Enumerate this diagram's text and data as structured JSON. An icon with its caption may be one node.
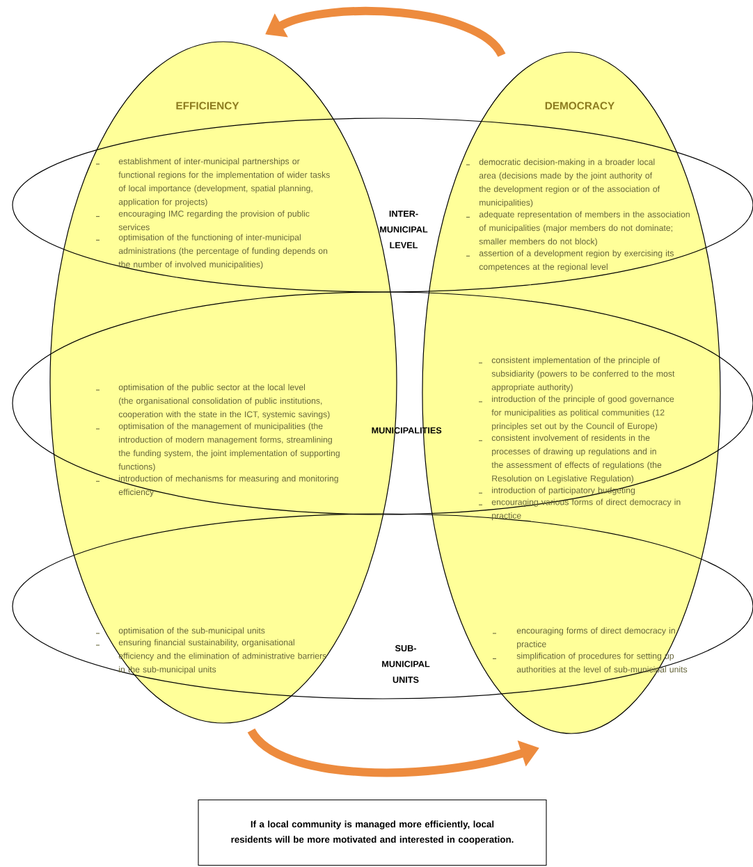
{
  "diagram": {
    "nodes": [
      {
        "text": [
          "EFFICIENCY"
        ]
      },
      {
        "text": [
          "DEMOCRACY"
        ]
      },
      {
        "text": [
          "INTER-MUNICIPAL LEVEL"
        ]
      },
      {
        "text": [
          "MUNICIPALITIES"
        ]
      },
      {
        "text": [
          "SUB-MUNICIPAL UNITS"
        ]
      },
      {
        "text": [
          "If a local community is managed more efficiently, local residents will be more motivated and interested in cooperation."
        ]
      }
    ],
    "edges": [
      {
        "from": 1,
        "to": 0,
        "arrow": "to",
        "color": "#ed8b3e"
      },
      {
        "from": 0,
        "to": 1,
        "arrow": "to",
        "color": "#ed8b3e"
      }
    ],
    "labels": [
      "establishment of inter-municipal partnerships or functional regions for the implementation of wider tasks of local importance (development, spatial planning, application for projects)",
      "encouraging IMC regarding the provision of public services",
      "optimisation of the functioning of inter-municipal administrations (the percentage of funding depends on the number of involved municipalities)",
      "democratic decision-making in a broader local area (decisions made by the joint authority of the development region or of the association of municipalities)",
      "adequate representation of members in the association of municipalities (major members do not dominate; smaller members do not block)",
      "assertion of a development region by exercising its competences at the regional level",
      "optimisation of the public sector at the local level (the organisational consolidation of public institutions, cooperation with the state in the ICT, systemic savings)",
      "optimisation of the management of municipalities (the introduction of modern management forms, streamlining the funding system, the joint implementation of supporting functions)",
      "introduction of mechanisms for measuring and monitoring efficiency",
      "consistent implementation of the principle of subsidiarity (powers to be conferred to the most appropriate authority)",
      "introduction of the principle of good governance for municipalities as political communities (12 principles set out by the Council of Europe)",
      "consistent involvement of residents in the processes of drawing up regulations and in the assessment of effects of regulations (the Resolution on Legislative Regulation)",
      "introduction of participatory budgeting",
      "encouraging various forms of direct democracy in practice",
      "optimisation of the sub-municipal units",
      "ensuring financial sustainability, organisational efficiency and the elimination of administrative barriers in the sub-municipal units",
      "encouraging forms of direct democracy in practice",
      "simplification of procedures for setting up authorities at the level of sub-municipal units"
    ]
  }
}
